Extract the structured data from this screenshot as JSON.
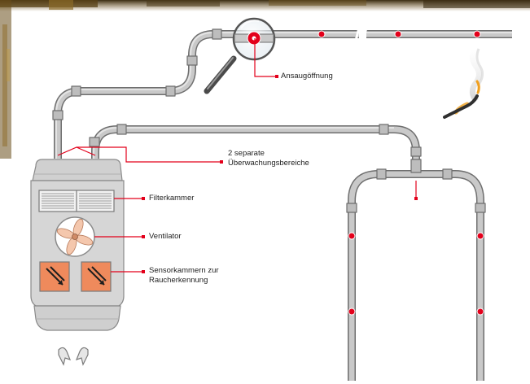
{
  "labels": {
    "ansaug": "Ansaugöffnung",
    "bereiche_line1": "2 separate",
    "bereiche_line2": "Überwachungsbereiche",
    "filter": "Filterkammer",
    "ventilator": "Ventilator",
    "sensor_line1": "Sensorkammern zur",
    "sensor_line2": "Raucherkennung"
  },
  "colors": {
    "pipe_fill": "#c9c9c9",
    "pipe_stroke": "#6f6f6f",
    "accent_red": "#e3001b",
    "device_body": "#d4d4d4",
    "sensor_orange": "#ef8a5c",
    "fan_blade": "#f4c7ad"
  },
  "icons": {
    "magnifier": "magnifier-icon",
    "fan": "fan-icon",
    "airflow": "airflow-arrows-icon",
    "smoke": "smoke-source-icon"
  }
}
